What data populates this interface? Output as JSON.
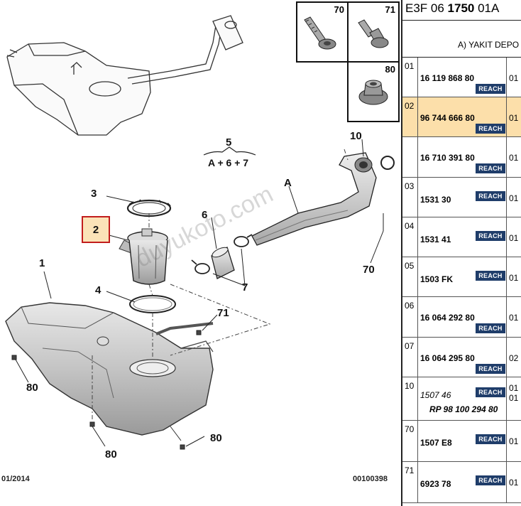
{
  "diagram": {
    "callouts": [
      {
        "id": "c-1",
        "text": "1"
      },
      {
        "id": "c-2",
        "text": "2"
      },
      {
        "id": "c-3",
        "text": "3"
      },
      {
        "id": "c-4",
        "text": "4"
      },
      {
        "id": "c-5",
        "text": "5"
      },
      {
        "id": "c-5sub",
        "text": "A + 6 + 7"
      },
      {
        "id": "c-6",
        "text": "6"
      },
      {
        "id": "c-7",
        "text": "7"
      },
      {
        "id": "c-A",
        "text": "A"
      },
      {
        "id": "c-10",
        "text": "10"
      },
      {
        "id": "c-70",
        "text": "70"
      },
      {
        "id": "c-71",
        "text": "71"
      },
      {
        "id": "c-80a",
        "text": "80"
      },
      {
        "id": "c-80b",
        "text": "80"
      },
      {
        "id": "c-80c",
        "text": "80"
      }
    ],
    "date_code": "01/2014",
    "drawing_number": "00100398",
    "watermark": "duyukoto.com",
    "thumbs": [
      {
        "id": "t70",
        "label": "70"
      },
      {
        "id": "t71",
        "label": "71"
      },
      {
        "id": "t80",
        "label": "80"
      }
    ]
  },
  "panel": {
    "ref_prefix": "E3F 06 ",
    "ref_bold": "1750",
    "ref_suffix": " 01A",
    "subtitle": "A) YAKIT DEPO",
    "reach_label": "REACH",
    "rows": [
      {
        "idx": "01",
        "part": "16 119 868 80",
        "qty": "01",
        "reach": true,
        "selected": false,
        "italic": false
      },
      {
        "idx": "02",
        "part": "96 744 666 80",
        "qty": "01",
        "reach": true,
        "selected": true,
        "italic": false
      },
      {
        "idx": "",
        "part": "16 710 391 80",
        "qty": "01",
        "reach": true,
        "selected": false,
        "italic": false
      },
      {
        "idx": "03",
        "part": "1531 30",
        "qty": "01",
        "reach": true,
        "selected": false,
        "italic": false
      },
      {
        "idx": "04",
        "part": "1531 41",
        "qty": "01",
        "reach": true,
        "selected": false,
        "italic": false
      },
      {
        "idx": "05",
        "part": "1503 FK",
        "qty": "01",
        "reach": true,
        "selected": false,
        "italic": false
      },
      {
        "idx": "06",
        "part": "16 064 292 80",
        "qty": "01",
        "reach": true,
        "selected": false,
        "italic": false
      },
      {
        "idx": "07",
        "part": "16 064 295 80",
        "qty": "02",
        "reach": true,
        "selected": false,
        "italic": false
      },
      {
        "idx": "10",
        "part": "1507 46",
        "part2": "RP 98 100 294 80",
        "qty": "01",
        "qty2": "01",
        "reach": true,
        "selected": false,
        "italic": true
      },
      {
        "idx": "70",
        "part": "1507 E8",
        "qty": "01",
        "reach": true,
        "selected": false,
        "italic": false
      },
      {
        "idx": "71",
        "part": "6923 78",
        "qty": "01",
        "reach": true,
        "selected": false,
        "italic": false
      }
    ]
  }
}
